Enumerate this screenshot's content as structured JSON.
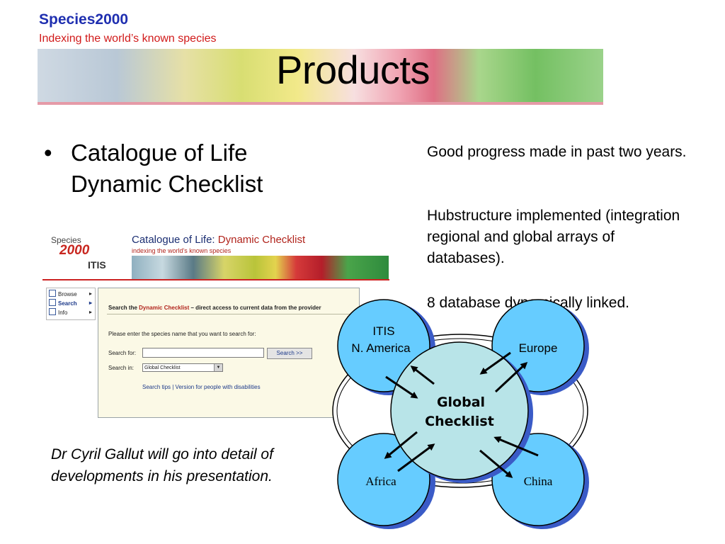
{
  "header": {
    "brand": "Species2000",
    "tagline": "Indexing the world’s known species",
    "title": "Products"
  },
  "bullet": {
    "marker": "•",
    "text": "Catalogue of Life Dynamic Checklist"
  },
  "right_text": {
    "p1": "Good progress made in past two years.",
    "p2": "Hubstructure implemented (integration regional and global arrays of databases).",
    "p3": "8 database dynamically linked."
  },
  "note": "Dr Cyril Gallut will go into detail of developments in his presentation.",
  "screenshot": {
    "logo_species": "Species",
    "logo_2000": "2000",
    "logo_itis": "ITIS",
    "title_a": "Catalogue of Life: ",
    "title_b": "Dynamic Checklist",
    "subtitle": "indexing the world's known species",
    "menu": [
      "Browse",
      "Search",
      "Info"
    ],
    "panel_heading_a": "Search the ",
    "panel_heading_b": "Dynamic Checklist",
    "panel_heading_c": " – direct access to current data from the provider",
    "prompt": "Please enter the species name that you want to search for:",
    "search_for_label": "Search for:",
    "search_button": "Search >>",
    "search_in_label": "Search in:",
    "search_in_value": "Global Checklist",
    "links": "Search tips | Version for people with disabilities"
  },
  "diagram": {
    "center_line1": "Global",
    "center_line2": "Checklist",
    "nodes": {
      "itis_line1": "ITIS",
      "itis_line2": "N. America",
      "europe": "Europe",
      "africa": "Africa",
      "china": "China"
    },
    "colors": {
      "node_fill": "#66ccff",
      "center_fill": "#b8e4e8",
      "shadow": "#3a5bc7"
    }
  }
}
